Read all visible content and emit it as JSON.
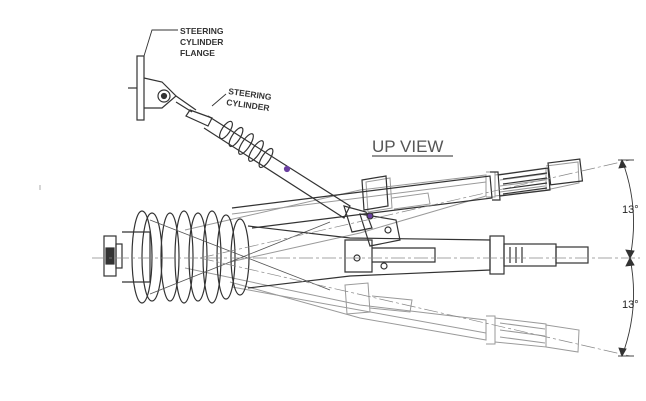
{
  "labels": {
    "flange_line1": "STEERING",
    "flange_line2": "CYLINDER",
    "flange_line3": "FLANGE",
    "cylinder_line1": "STEERING",
    "cylinder_line2": "CYLINDER",
    "view_title": "UP VIEW"
  },
  "dimensions": {
    "upper_angle": "13°",
    "lower_angle": "13°"
  },
  "colors": {
    "line_dark": "#333333",
    "line_ghost": "#9a9a9a",
    "title_text": "#555555",
    "pivot_accent": "#6a3fa0"
  }
}
